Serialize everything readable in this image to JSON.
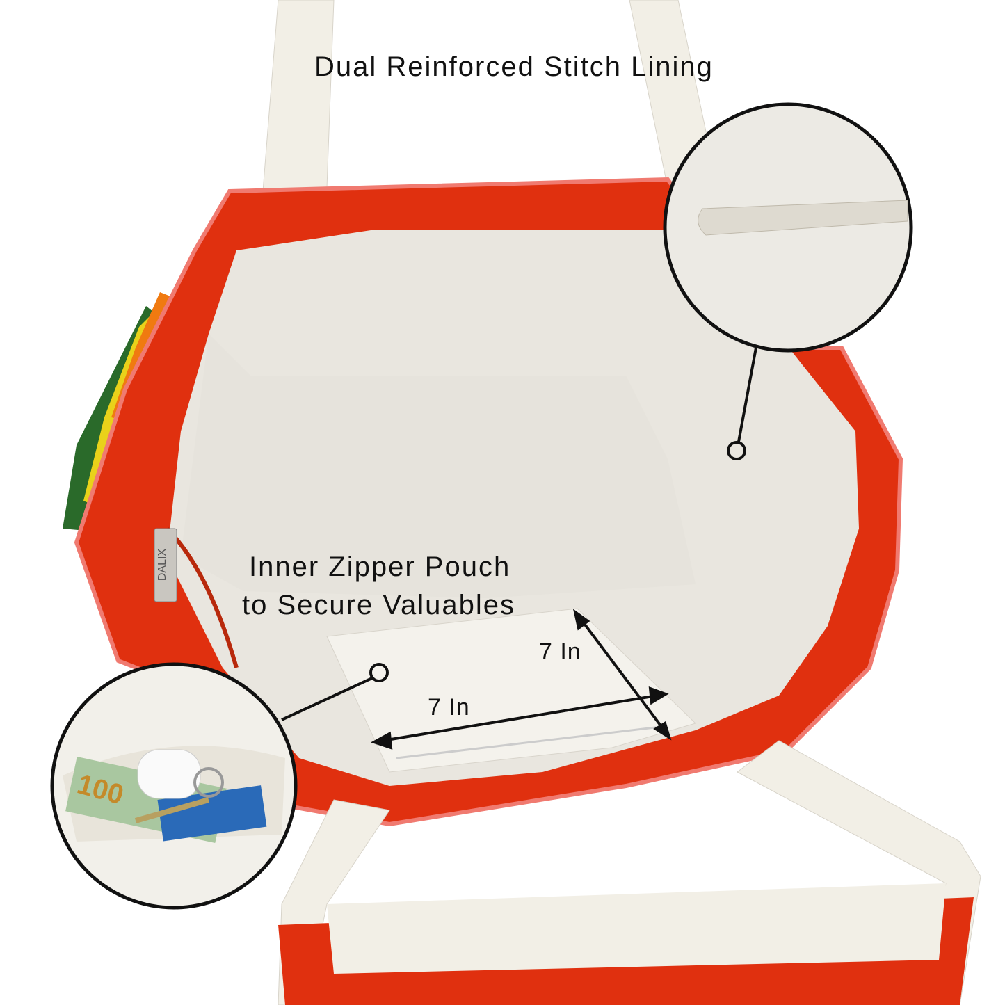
{
  "headline": "Dual Reinforced Stitch Lining",
  "pouch_callout": {
    "line1": "Inner Zipper Pouch",
    "line2": "to Secure Valuables"
  },
  "dimensions": {
    "height_label": "7 In",
    "width_label": "7 In"
  },
  "brand_tag": "DALIX",
  "bill_text": "100",
  "colors": {
    "strap": "#f2efe6",
    "lining": "#e9e6df",
    "outer_red": "#e0300f",
    "stripe_orange": "#f07a10",
    "stripe_yellow": "#e9d21a",
    "stripe_green": "#2a6a2a"
  }
}
